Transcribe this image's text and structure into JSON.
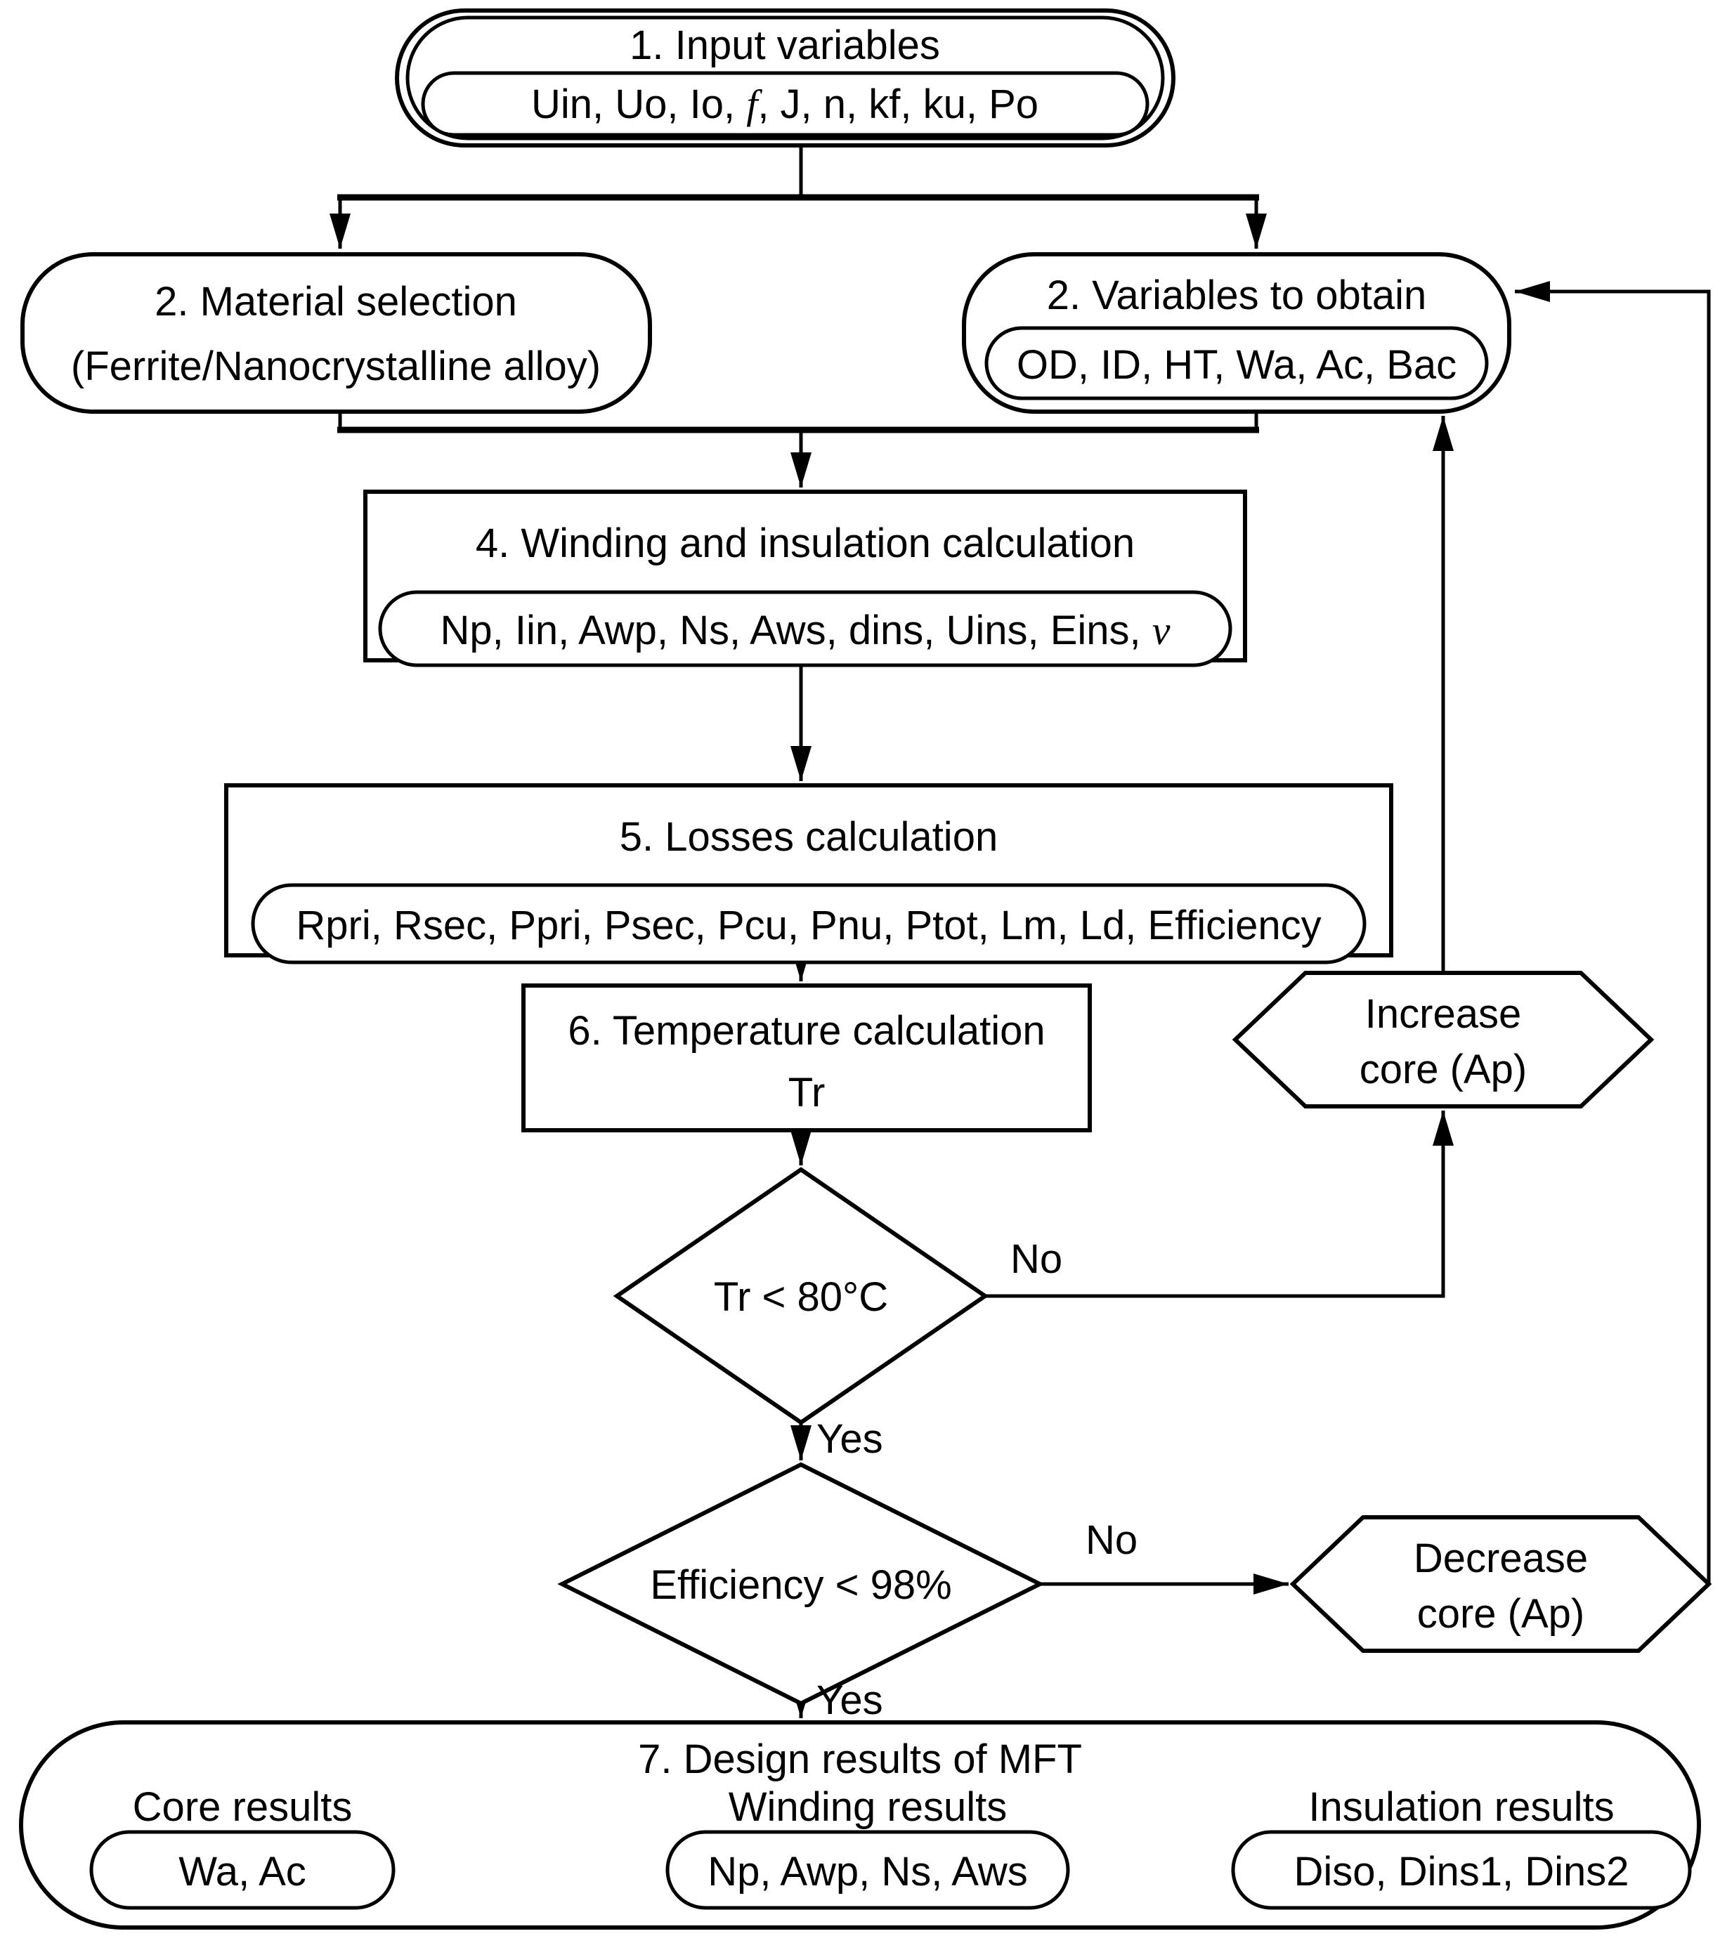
{
  "diagram": {
    "background": "#ffffff",
    "stroke_color": "#000000",
    "nodes": {
      "input": {
        "title": "1. Input variables",
        "vars_pre": "Uin, Uo, Io, ",
        "vars_italic": "f",
        "vars_post": ", J, n, kf, ku, Po"
      },
      "material": {
        "line1": "2. Material selection",
        "line2": "(Ferrite/Nanocrystalline alloy)"
      },
      "variables_to_obtain": {
        "title": "2. Variables to obtain",
        "vars": "OD, ID, HT, Wa, Ac, Bac"
      },
      "winding": {
        "title": "4. Winding and insulation calculation",
        "vars_pre": "Np, Iin, Awp, Ns, Aws, dins, Uins, Eins, ",
        "vars_italic": "v"
      },
      "losses": {
        "title": "5. Losses calculation",
        "vars": "Rpri, Rsec, Ppri, Psec, Pcu, Pnu, Ptot, Lm, Ld, Efficiency"
      },
      "temperature": {
        "line1": "6. Temperature calculation",
        "line2": "Tr"
      },
      "decision_tr": {
        "label": "Tr < 80°C"
      },
      "decision_eff": {
        "label": "Efficiency < 98%"
      },
      "increase_core": {
        "line1": "Increase",
        "line2": "core (Ap)"
      },
      "decrease_core": {
        "line1": "Decrease",
        "line2": "core (Ap)"
      },
      "results": {
        "title": "7. Design results of MFT",
        "core_label": "Core results",
        "core_vars": "Wa, Ac",
        "winding_label": "Winding results",
        "winding_vars": "Np, Awp, Ns, Aws",
        "insulation_label": "Insulation results",
        "insulation_vars": "Diso, Dins1, Dins2"
      }
    },
    "edge_labels": {
      "no1": "No",
      "yes1": "Yes",
      "no2": "No",
      "yes2": "Yes"
    }
  }
}
